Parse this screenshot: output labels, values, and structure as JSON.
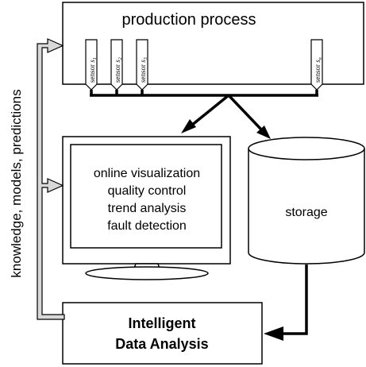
{
  "process": {
    "label": "production process"
  },
  "sensors": [
    {
      "word": "sensor",
      "sub": "s1"
    },
    {
      "word": "sensor",
      "sub": "s2"
    },
    {
      "word": "sensor",
      "sub": "s3"
    },
    {
      "word": "sensor",
      "sub": "sn"
    }
  ],
  "monitor": {
    "lines": [
      "online visualization",
      "quality control",
      "trend analysis",
      "fault detection"
    ]
  },
  "storage": {
    "label": "storage"
  },
  "ida": {
    "line1": "Intelligent",
    "line2": "Data Analysis"
  },
  "feedback": {
    "label": "knowledge, models, predictions"
  }
}
